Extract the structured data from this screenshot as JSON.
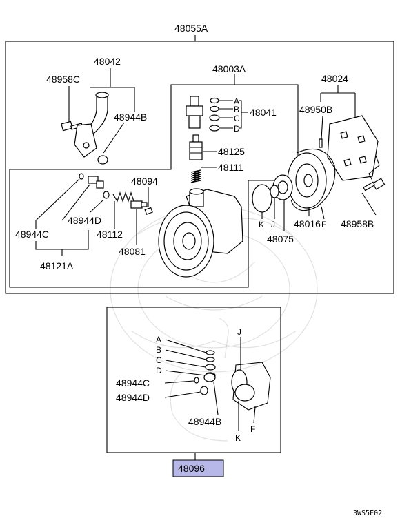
{
  "diagram": {
    "assembly_label": "48055A",
    "kit_label": "48096",
    "kit_highlight_color": "#b8b8e8",
    "drawing_code": "3WS5E02",
    "parts": {
      "p48958C_top": "48958C",
      "p48042": "48042",
      "p48944B_top": "48944B",
      "p48003A": "48003A",
      "p48041": "48041",
      "p48125": "48125",
      "p48111": "48111",
      "p48024": "48024",
      "p48950B": "48950B",
      "p48094": "48094",
      "p48944D_top": "48944D",
      "p48944C_top": "48944C",
      "p48112": "48112",
      "p48081": "48081",
      "p48121A": "48121A",
      "p48016": "48016",
      "p48075": "48075",
      "p48958B": "48958B",
      "seal_A_top": "A",
      "seal_B_top": "B",
      "seal_C_top": "C",
      "seal_D_top": "D",
      "seal_K_top": "K",
      "seal_J_top": "J",
      "seal_F_top": "F"
    },
    "kit_parts": {
      "A": "A",
      "B": "B",
      "C": "C",
      "D": "D",
      "J": "J",
      "K": "K",
      "F": "F",
      "p48944C": "48944C",
      "p48944D": "48944D",
      "p48944B": "48944B"
    }
  }
}
